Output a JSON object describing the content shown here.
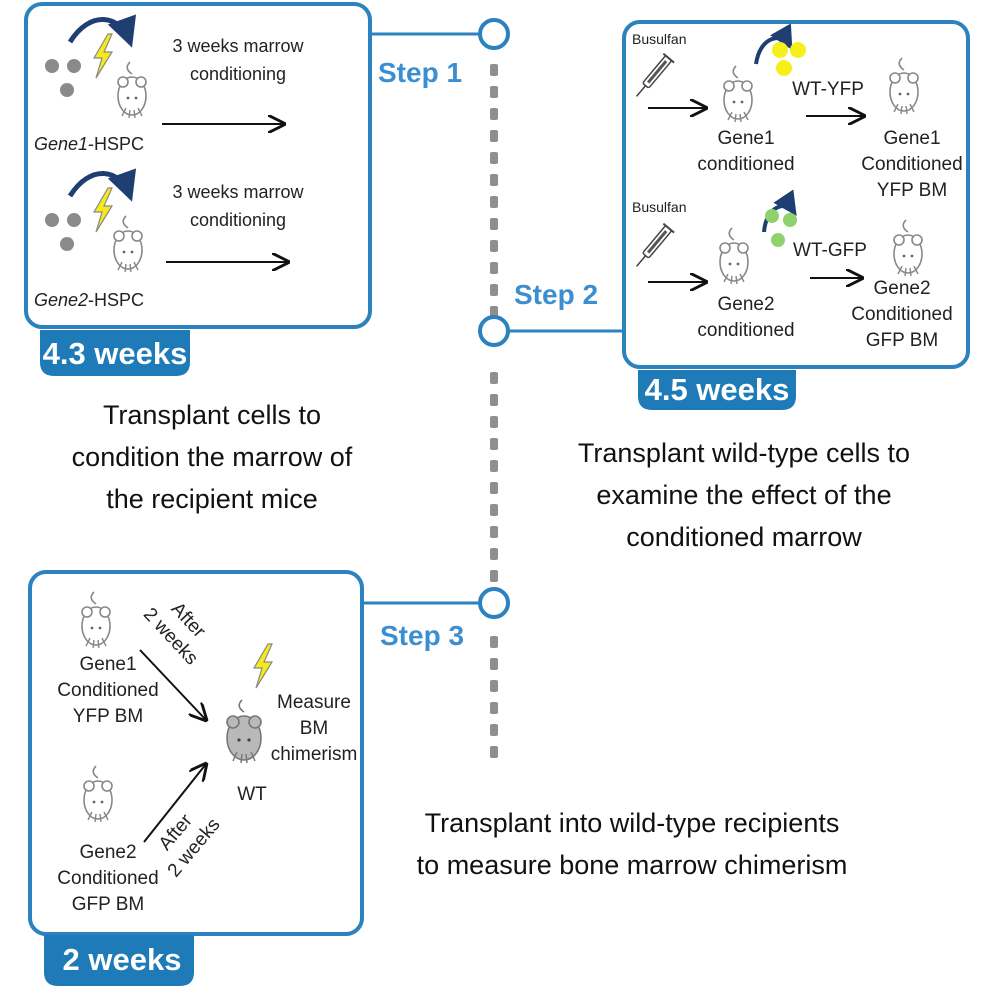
{
  "timeline": {
    "steps": [
      "Step 1",
      "Step 2",
      "Step 3"
    ]
  },
  "panel1": {
    "row1": {
      "arrow_label_line1": "3 weeks marrow",
      "arrow_label_line2": "conditioning",
      "cell_label_italic": "Gene1",
      "cell_label_suffix": "-HSPC"
    },
    "row2": {
      "arrow_label_line1": "3 weeks marrow",
      "arrow_label_line2": "conditioning",
      "cell_label_italic": "Gene2",
      "cell_label_suffix": "-HSPC"
    },
    "duration": "4.3 weeks",
    "caption_lines": [
      "Transplant cells to",
      "condition the marrow of",
      "the recipient mice"
    ]
  },
  "panel2": {
    "row1": {
      "drug": "Busulfan",
      "recipient_line1": "Gene1",
      "recipient_line2": "conditioned",
      "donor": "WT-YFP",
      "result_line1": "Gene1",
      "result_line2": "Conditioned",
      "result_line3": "YFP BM"
    },
    "row2": {
      "drug": "Busulfan",
      "recipient_line1": "Gene2",
      "recipient_line2": "conditioned",
      "donor": "WT-GFP",
      "result_line1": "Gene2",
      "result_line2": "Conditioned",
      "result_line3": "GFP BM"
    },
    "duration": "4.5 weeks",
    "caption_lines": [
      "Transplant wild-type cells to",
      "examine the effect of the",
      "conditioned marrow"
    ]
  },
  "panel3": {
    "donor1_line1": "Gene1",
    "donor1_line2": "Conditioned",
    "donor1_line3": "YFP BM",
    "donor2_line1": "Gene2",
    "donor2_line2": "Conditioned",
    "donor2_line3": "GFP BM",
    "arrow1_line1": "After",
    "arrow1_line2": "2 weeks",
    "arrow2_line1": "After",
    "arrow2_line2": "2 weeks",
    "recipient": "WT",
    "measure_line1": "Measure",
    "measure_line2": "BM",
    "measure_line3": "chimerism",
    "duration": "2 weeks",
    "caption_lines": [
      "Transplant into wild-type recipients",
      "to measure bone marrow chimerism"
    ]
  },
  "colors": {
    "accent": "#2b82be",
    "badge": "#1f7bb8",
    "step_text": "#3b8fd0",
    "yfp": "#f5f01c",
    "gfp": "#8fd16a",
    "cell_grey": "#8a8a8a",
    "timeline_dots": "#8f8f8f",
    "irradiation": "#f6ea1a",
    "curved_arrow": "#1f3f73"
  }
}
